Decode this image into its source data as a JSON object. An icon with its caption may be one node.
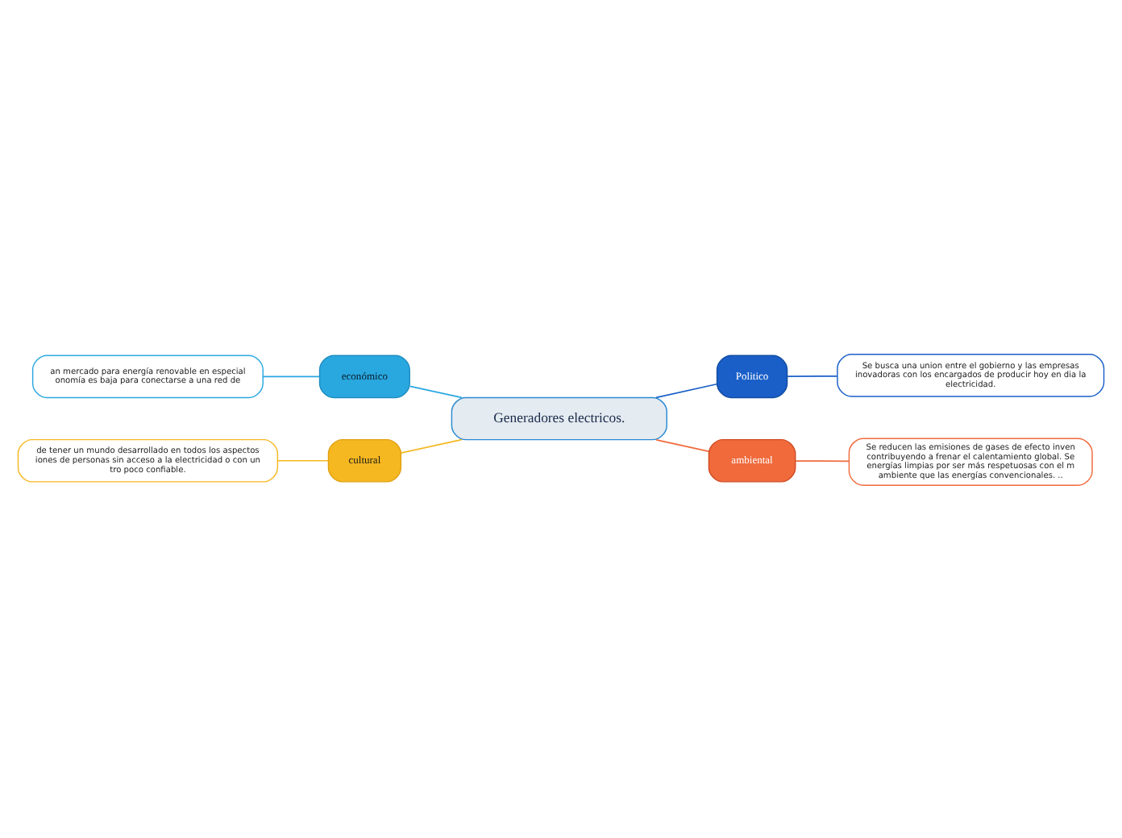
{
  "diagram": {
    "nodes": [
      {
        "text": [
          "Generadores electricos."
        ]
      },
      {
        "text": [
          "económico"
        ]
      },
      {
        "text": [
          "an mercado para energía renovable en especial onomía es baja para conectarse a una red de"
        ]
      },
      {
        "text": [
          "cultural"
        ]
      },
      {
        "text": [
          "de tener un mundo desarrollado en todos los aspectos iones de personas sin acceso a la electricidad o con un tro poco confiable."
        ]
      },
      {
        "text": [
          "Politico"
        ]
      },
      {
        "text": [
          "Se busca una union entre el gobierno y las empresas inovadoras con los encargados de producir hoy en dia la electricidad."
        ]
      },
      {
        "text": [
          "ambiental"
        ]
      },
      {
        "text": [
          "Se reducen las emisiones de gases de efecto inven contribuyendo a frenar el calentamiento global. Se energías limpias por ser más respetuosas con el m ambiente que las energías convencionales. .."
        ]
      }
    ],
    "edges": [
      {
        "from": 2,
        "to": 1,
        "arrow": "none",
        "color": "#29a8e0"
      },
      {
        "from": 1,
        "to": 0,
        "arrow": "none",
        "color": "#29a8e0"
      },
      {
        "from": 4,
        "to": 3,
        "arrow": "none",
        "color": "#f5b821"
      },
      {
        "from": 3,
        "to": 0,
        "arrow": "none",
        "color": "#f5b821"
      },
      {
        "from": 0,
        "to": 5,
        "arrow": "none",
        "color": "#1a5fc8"
      },
      {
        "from": 5,
        "to": 6,
        "arrow": "none",
        "color": "#1a5fc8"
      },
      {
        "from": 0,
        "to": 7,
        "arrow": "none",
        "color": "#f06a3c"
      },
      {
        "from": 7,
        "to": 8,
        "arrow": "none",
        "color": "#f06a3c"
      }
    ]
  }
}
